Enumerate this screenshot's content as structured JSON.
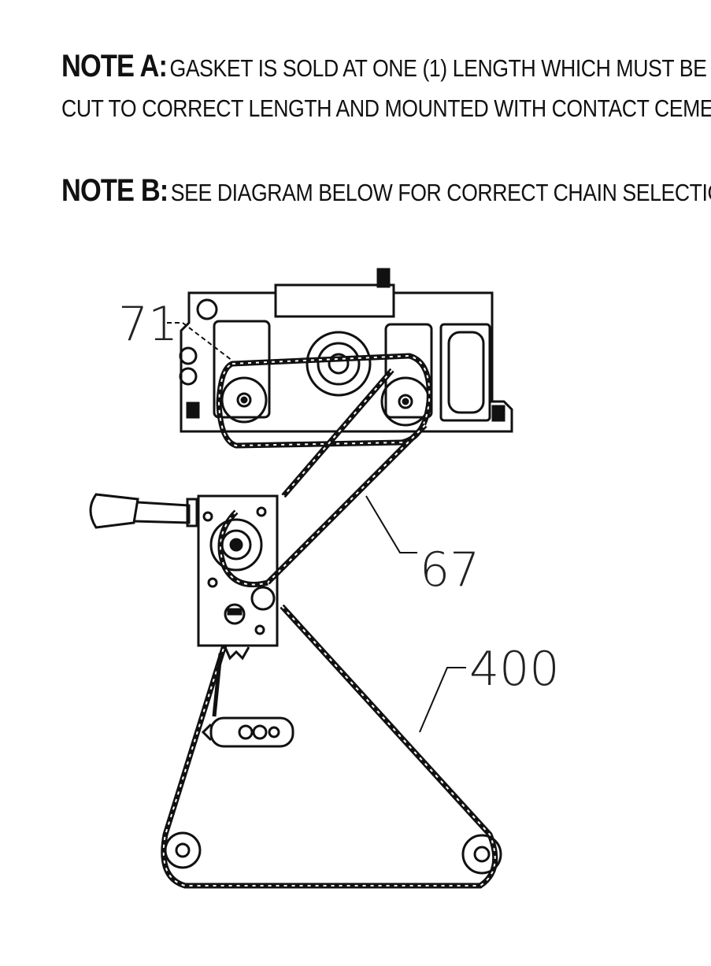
{
  "note_a": {
    "title": "NOTE A:",
    "text_line1": "GASKET IS SOLD AT ONE (1) LENGTH WHICH MUST BE",
    "text_line2": "CUT TO CORRECT LENGTH AND MOUNTED WITH CONTACT CEMENT."
  },
  "note_b": {
    "title": "NOTE B:",
    "text": "SEE DIAGRAM BELOW FOR CORRECT CHAIN SELECTION."
  },
  "diagram": {
    "callouts": {
      "chain_upper": "71",
      "chain_middle": "67",
      "chain_lower": "400"
    }
  },
  "colors": {
    "ink": "#111111",
    "paper": "#ffffff"
  }
}
